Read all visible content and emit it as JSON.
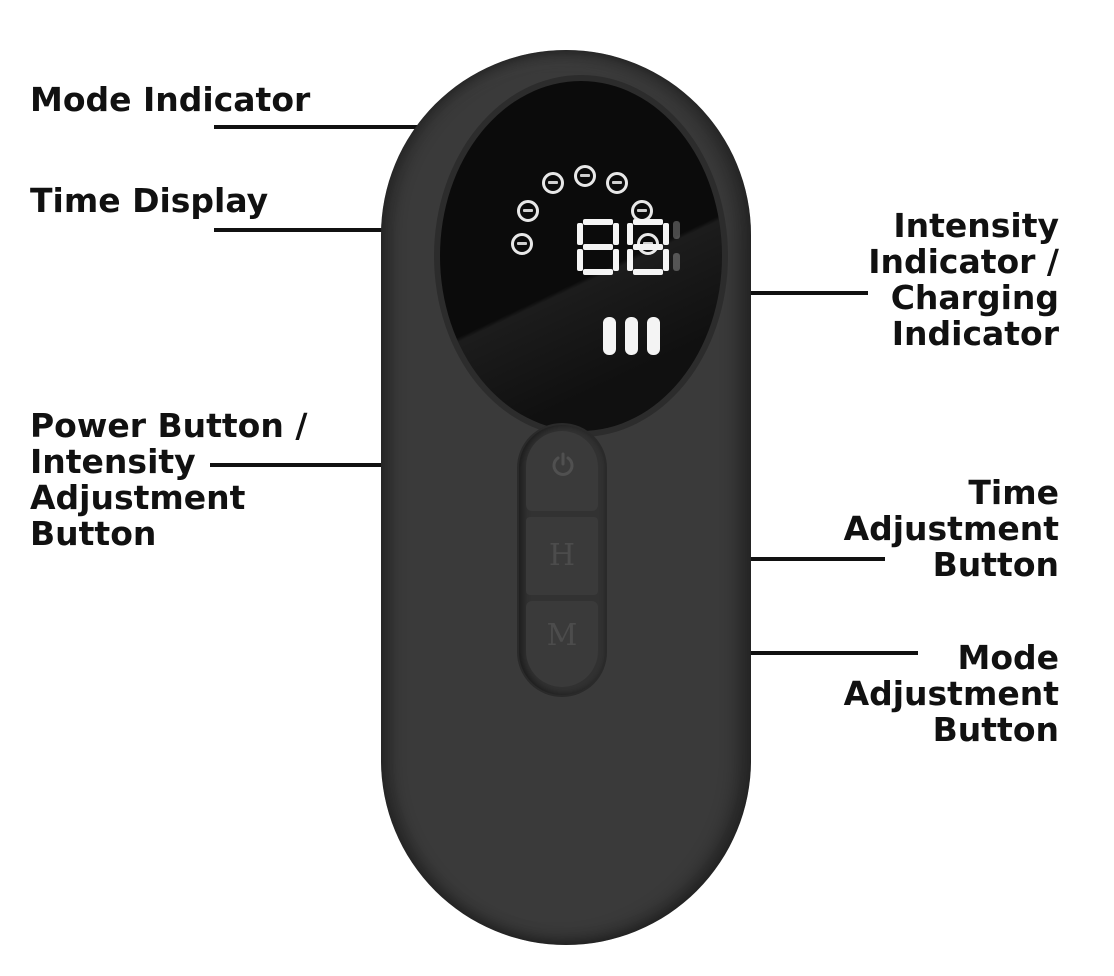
{
  "labels": {
    "mode_indicator": [
      "Mode Indicator"
    ],
    "time_display": [
      "Time Display"
    ],
    "intensity_indicator": [
      "Intensity",
      "Indicator /",
      "Charging",
      "Indicator"
    ],
    "power_button": [
      "Power Button /",
      "Intensity",
      "Adjustment",
      "Button"
    ],
    "time_adjustment": [
      "Time",
      "Adjustment",
      "Button"
    ],
    "mode_adjustment": [
      "Mode",
      "Adjustment",
      "Button"
    ]
  },
  "device": {
    "body_color": "#3a3a3a",
    "screen_color": "#0b0b0b",
    "display_digits": "88",
    "intensity_bars": 3,
    "mode_icon_count": 7,
    "time_button_letter": "H",
    "mode_button_letter": "M",
    "power_icon": "power-icon"
  }
}
